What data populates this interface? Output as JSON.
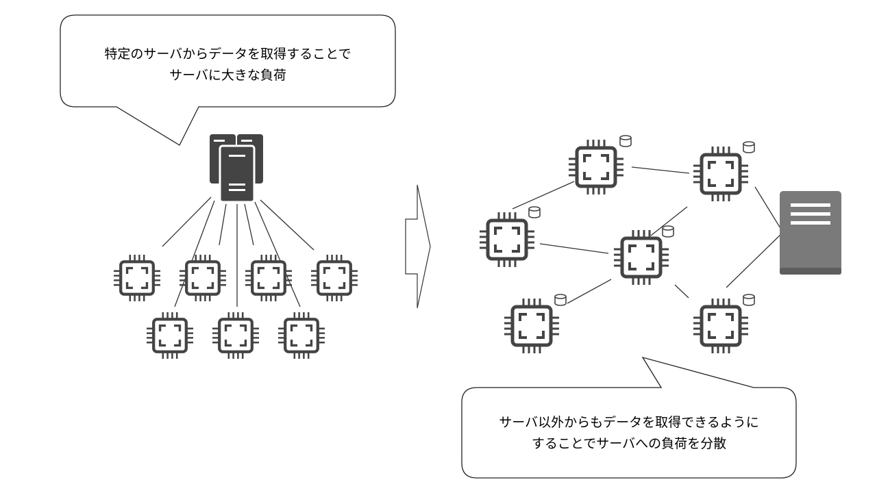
{
  "callouts": {
    "centralized": {
      "line1": "特定のサーバからデータを取得することで",
      "line2": "サーバに大きな負荷"
    },
    "distributed": {
      "line1": "サーバ以外からもデータを取得できるように",
      "line2": "することでサーバへの負荷を分散"
    }
  },
  "icons": {
    "central_server": "server-stack-icon",
    "client_node": "chip-icon",
    "peer_storage": "database-icon",
    "distributed_server": "server-icon",
    "transition_arrow": "arrow-right-icon"
  },
  "colors": {
    "icon_dark": "#444444",
    "server_gray": "#7a7a7a",
    "server_shade": "#5e5e5e",
    "line": "#333333"
  }
}
